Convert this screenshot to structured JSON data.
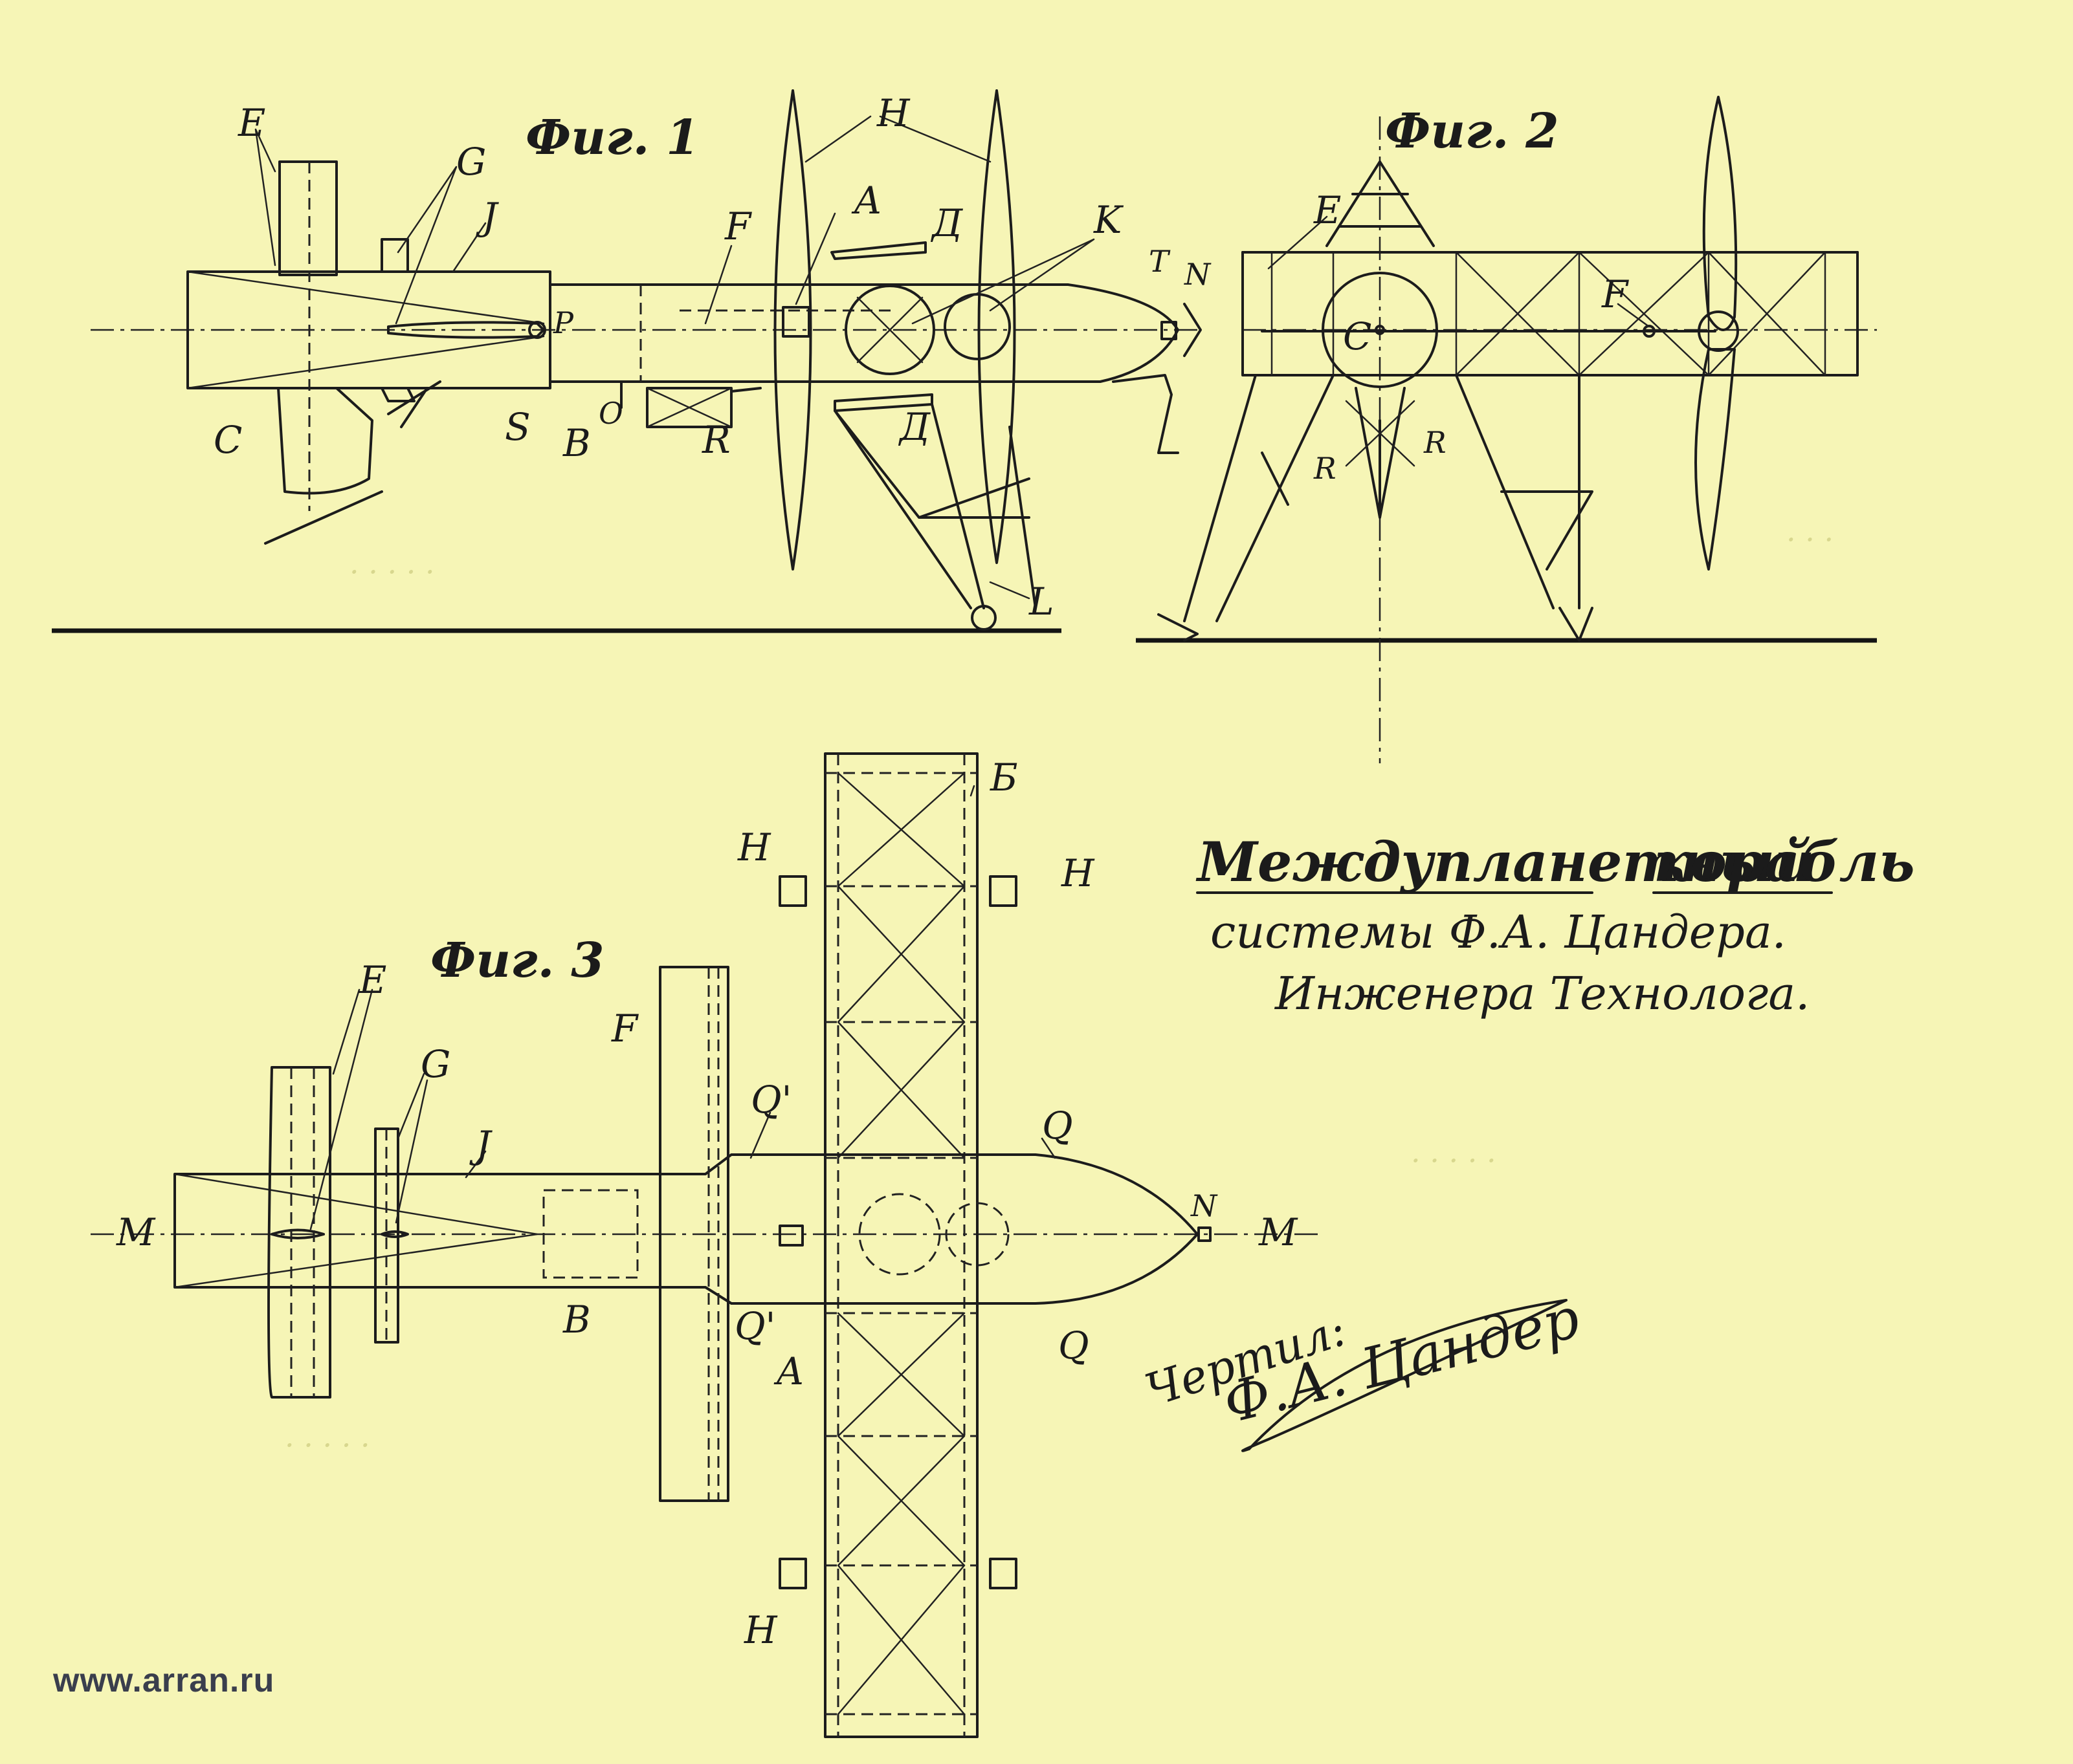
{
  "figures": {
    "fig1": "Фиг. 1",
    "fig2": "Фиг. 2",
    "fig3": "Фиг. 3"
  },
  "labels": {
    "fig1": [
      "E",
      "G",
      "J",
      "F",
      "A",
      "Д",
      "H",
      "K",
      "T",
      "N",
      "C",
      "S",
      "B",
      "O",
      "R",
      "Д",
      "L",
      "P"
    ],
    "fig2": [
      "E",
      "C",
      "F",
      "R",
      "R"
    ],
    "fig3": [
      "Б",
      "H",
      "H",
      "H",
      "F",
      "E",
      "G",
      "J",
      "Q'",
      "Q",
      "M",
      "M",
      "N",
      "B",
      "Q'",
      "A",
      "Q"
    ]
  },
  "title": {
    "line1_part1": "Междупланетный",
    "line1_part2": "корабль",
    "line2": "системы Ф.А. Цандера.",
    "line3": "Инженера Технолога."
  },
  "signature": {
    "prefix": "Чертил:",
    "name": "Ф.А. Цандер"
  },
  "watermark": "www.arran.ru",
  "colors": {
    "paper": "#f6f5b6",
    "ink": "#1c1c1c",
    "watermark": "#3a3e4d"
  }
}
